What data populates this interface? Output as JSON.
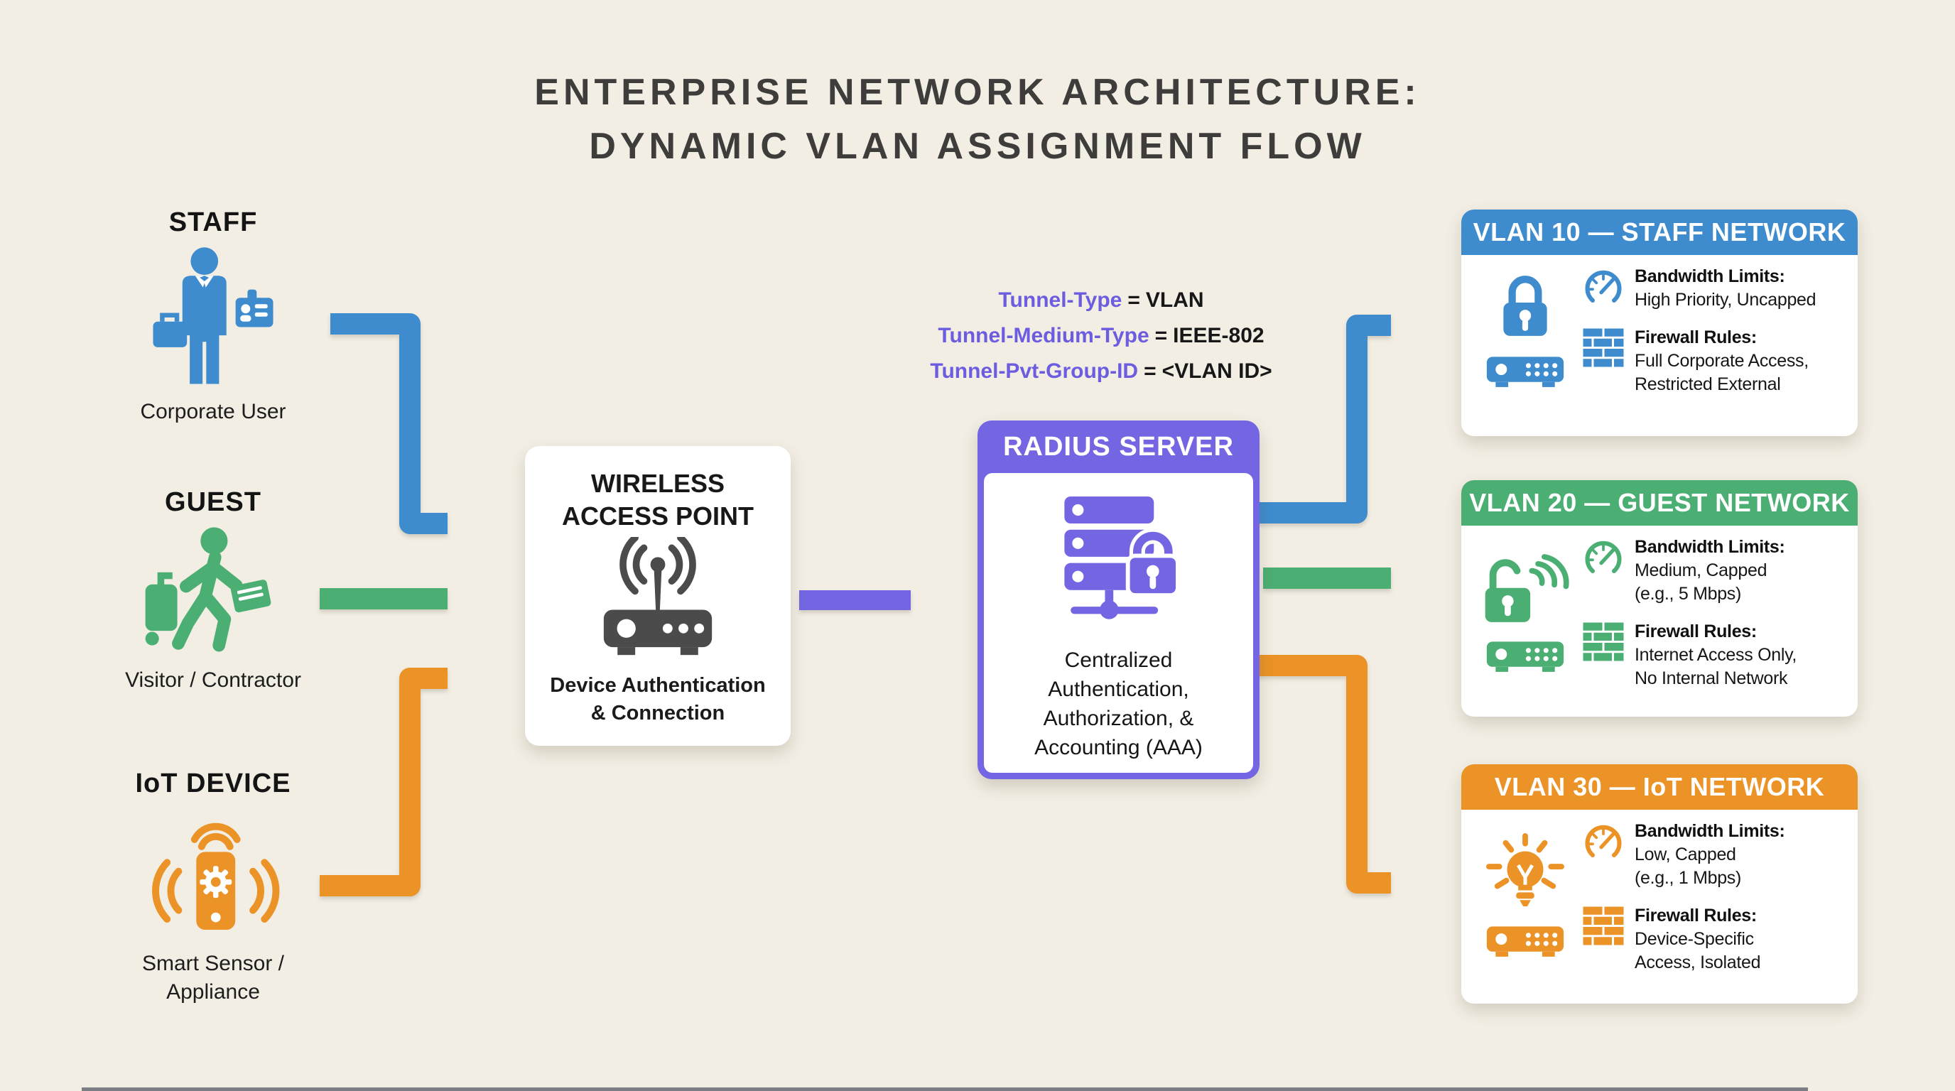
{
  "title": {
    "line1": "ENTERPRISE NETWORK ARCHITECTURE:",
    "line2": "DYNAMIC VLAN ASSIGNMENT FLOW"
  },
  "sources": [
    {
      "label": "STAFF",
      "sublabel_lines": [
        "Corporate User"
      ],
      "icon": "businessman-icon",
      "color": "#3e8cce"
    },
    {
      "label": "GUEST",
      "sublabel_lines": [
        "Visitor / Contractor"
      ],
      "icon": "traveler-icon",
      "color": "#4bae73"
    },
    {
      "label": "IoT DEVICE",
      "sublabel_lines": [
        "Smart Sensor /",
        "Appliance"
      ],
      "icon": "smart-sensor-icon",
      "color": "#eb9327"
    }
  ],
  "access_point": {
    "title_lines": [
      "WIRELESS",
      "ACCESS POINT"
    ],
    "subtitle_lines": [
      "Device Authentication",
      "& Connection"
    ],
    "icon": "wireless-router-icon"
  },
  "radius_attributes": [
    {
      "key": "Tunnel-Type",
      "sep": "=",
      "value": "VLAN"
    },
    {
      "key": "Tunnel-Medium-Type",
      "sep": "=",
      "value": "IEEE-802"
    },
    {
      "key": "Tunnel-Pvt-Group-ID",
      "sep": "=",
      "value": "<VLAN ID>"
    }
  ],
  "radius_server": {
    "header": "RADIUS SERVER",
    "icon": "server-lock-icon",
    "description_lines": [
      "Centralized",
      "Authentication,",
      "Authorization, &",
      "Accounting (AAA)"
    ]
  },
  "vlans": [
    {
      "header": "VLAN 10 — STAFF NETWORK",
      "color": "#3e8cce",
      "icons": [
        "locked-padlock-icon",
        "router-icon",
        "speedometer-icon",
        "firewall-brick-icon"
      ],
      "bandwidth_label": "Bandwidth Limits:",
      "bandwidth_lines": [
        "High Priority, Uncapped"
      ],
      "firewall_label": "Firewall Rules:",
      "firewall_lines": [
        "Full Corporate Access,",
        "Restricted External"
      ]
    },
    {
      "header": "VLAN 20 — GUEST NETWORK",
      "color": "#4bae73",
      "icons": [
        "unlocked-padlock-wifi-icon",
        "router-icon",
        "speedometer-icon",
        "firewall-brick-icon"
      ],
      "bandwidth_label": "Bandwidth Limits:",
      "bandwidth_lines": [
        "Medium, Capped",
        "(e.g., 5 Mbps)"
      ],
      "firewall_label": "Firewall Rules:",
      "firewall_lines": [
        "Internet Access Only,",
        "No Internal Network"
      ]
    },
    {
      "header": "VLAN 30 — IoT NETWORK",
      "color": "#eb9327",
      "icons": [
        "lightbulb-icon",
        "router-icon",
        "speedometer-icon",
        "firewall-brick-icon"
      ],
      "bandwidth_label": "Bandwidth Limits:",
      "bandwidth_lines": [
        "Low, Capped",
        "(e.g., 1 Mbps)"
      ],
      "firewall_label": "Firewall Rules:",
      "firewall_lines": [
        "Device-Specific",
        "Access, Isolated"
      ]
    }
  ],
  "colors": {
    "background": "#f2eee4",
    "staff_blue": "#3e8cce",
    "guest_green": "#4bae73",
    "iot_orange": "#eb9327",
    "radius_purple": "#7465e2",
    "attribute_key_purple": "#6c5ce0",
    "router_gray": "#4b4b4b",
    "title_text": "#3e3d3c",
    "body_text": "#141414",
    "card_white": "#ffffff"
  }
}
